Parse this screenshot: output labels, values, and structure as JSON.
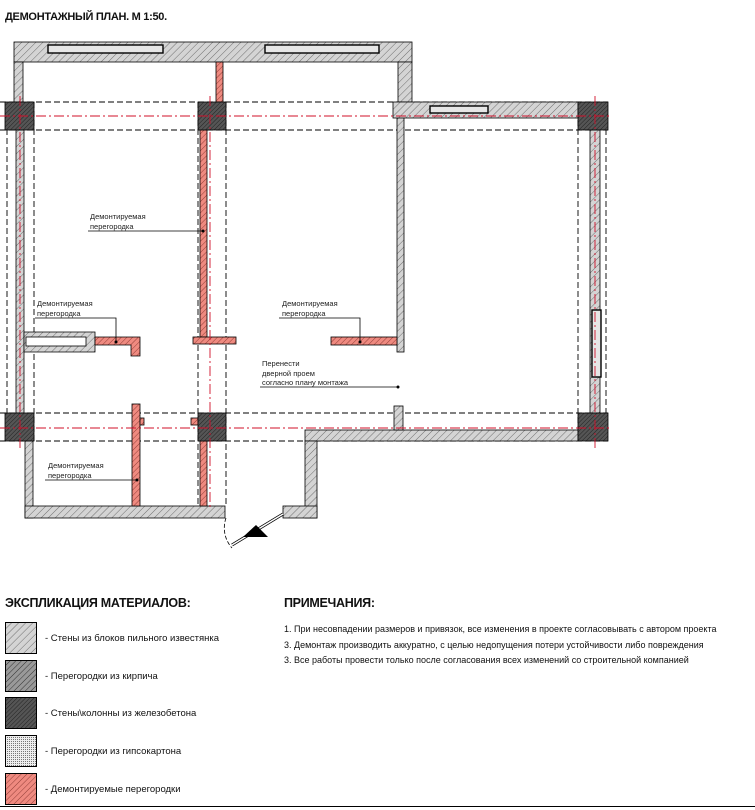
{
  "title": "ДЕМОНТАЖНЫЙ ПЛАН. М 1:50.",
  "plan": {
    "labels": {
      "partition_top": [
        "Демонтируемая",
        "перегородка"
      ],
      "partition_left": [
        "Демонтируемая",
        "перегородка"
      ],
      "partition_mid": [
        "Демонтируемая",
        "перегородка"
      ],
      "partition_bottom": [
        "Демонтируемая",
        "перегородка"
      ],
      "door_move": [
        "Перенести",
        "дверной проем",
        "согласно плану монтажа"
      ]
    }
  },
  "legend": {
    "heading": "ЭКСПЛИКАЦИЯ МАТЕРИАЛОВ:",
    "items": [
      {
        "label": "- Стены из блоков пильного известянка",
        "color": "#d0d0d0"
      },
      {
        "label": "- Перегородки из кирпича",
        "color": "#a0a0a0"
      },
      {
        "label": "- Стены\\колонны из железобетона",
        "color": "#606060"
      },
      {
        "label": "- Перегородки из гипсокартона",
        "color": "#e0e0e0"
      },
      {
        "label": "- Демонтируемые перегородки",
        "color": "#ee7b72"
      }
    ]
  },
  "notes": {
    "heading": "ПРИМЕЧАНИЯ:",
    "items": [
      "1. При несовпадении размеров и привязок, все изменения в проекте согласовывать с автором проекта",
      "3. Демонтаж производить аккуратно, с целью недопущения потери устойчивости либо повреждения",
      "3. Все работы провести только после согласования всех изменений со строительной компанией"
    ]
  }
}
